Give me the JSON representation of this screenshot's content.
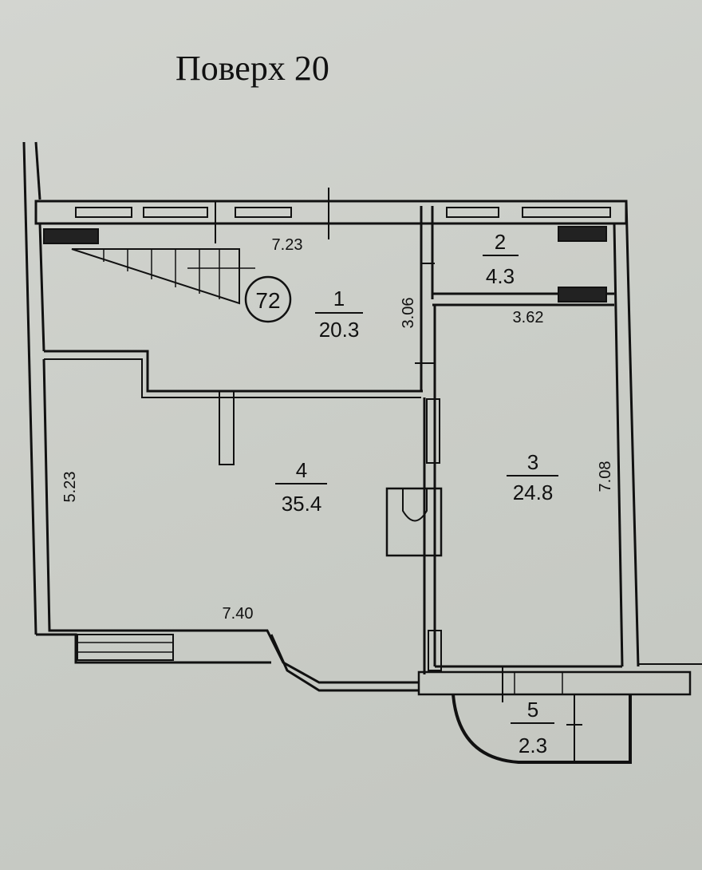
{
  "title": "Поверх 20",
  "apartment_number": "72",
  "rooms": [
    {
      "number": "1",
      "area": "20.3"
    },
    {
      "number": "2",
      "area": "4.3"
    },
    {
      "number": "3",
      "area": "24.8"
    },
    {
      "number": "4",
      "area": "35.4"
    },
    {
      "number": "5",
      "area": "2.3"
    }
  ],
  "dimensions": {
    "room1_width": "7.23",
    "room1_depth": "3.06",
    "room2_width": "3.62",
    "room3_depth": "7.08",
    "room4_depth": "5.23",
    "room4_width": "7.40"
  }
}
